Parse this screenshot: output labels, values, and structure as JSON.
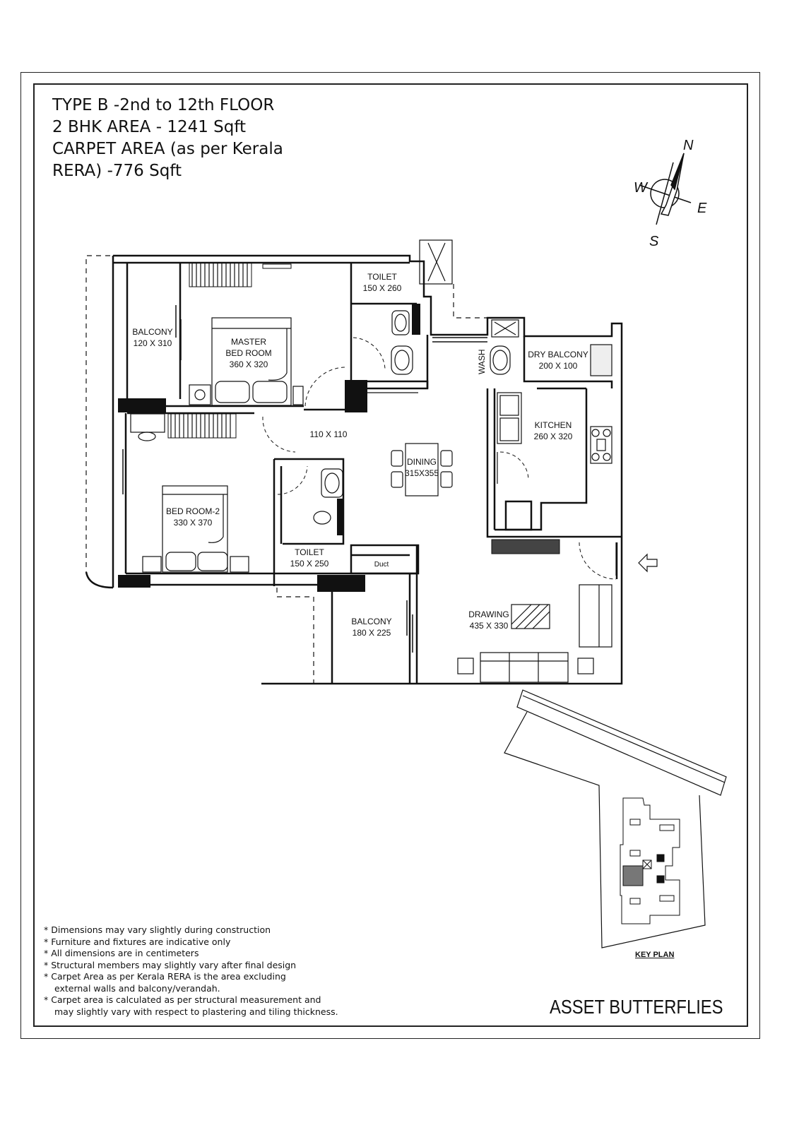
{
  "header": {
    "line1": "TYPE B -2nd to 12th FLOOR",
    "line2": "2 BHK AREA - 1241 Sqft",
    "line3": "CARPET AREA (as per Kerala",
    "line4": "RERA) -776 Sqft"
  },
  "compass": {
    "n": "N",
    "e": "E",
    "s": "S",
    "w": "W"
  },
  "rooms": {
    "balcony_left": {
      "name": "BALCONY",
      "size": "120 X 310"
    },
    "master_bed": {
      "name1": "MASTER",
      "name2": "BED ROOM",
      "size": "360 X 320"
    },
    "toilet_top": {
      "name": "TOILET",
      "size": "150 X 260"
    },
    "wash": {
      "name": "WASH"
    },
    "dry_balcony": {
      "name": "DRY BALCONY",
      "size": "200 X 100"
    },
    "passage": {
      "size": "110 X 110"
    },
    "kitchen": {
      "name": "KITCHEN",
      "size": "260 X 320"
    },
    "dining": {
      "name": "DINING",
      "size": "315X355"
    },
    "bed_room_2": {
      "name": "BED ROOM-2",
      "size": "330 X 370"
    },
    "toilet_bottom": {
      "name": "TOILET",
      "size": "150 X 250"
    },
    "duct": {
      "name": "Duct"
    },
    "balcony_bottom": {
      "name": "BALCONY",
      "size": "180 X 225"
    },
    "drawing": {
      "name": "DRAWING",
      "size": "435 X 330"
    }
  },
  "notes": [
    "* Dimensions may vary slightly during construction",
    "* Furniture and fixtures are indicative only",
    "* All dimensions are in centimeters",
    "* Structural members may slightly vary after final design",
    "* Carpet Area as per Kerala RERA is the area excluding",
    "external walls and balcony/verandah.",
    "* Carpet area is calculated as per structural measurement and",
    "may slightly vary with respect to plastering and tiling thickness."
  ],
  "key_plan": {
    "label": "KEY PLAN"
  },
  "brand": "ASSET BUTTERFLIES"
}
